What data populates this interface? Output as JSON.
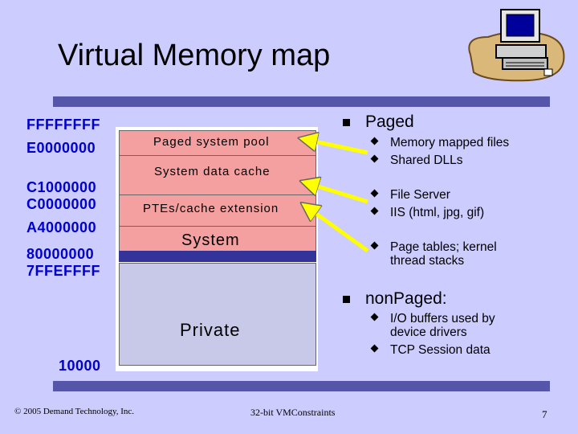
{
  "title": "Virtual Memory map",
  "addresses": {
    "a1": "FFFFFFFF",
    "a2": "E0000000",
    "a3": "C1000000",
    "a4": "C0000000",
    "a5": "A4000000",
    "a6": "80000000",
    "a7": "7FFEFFFF",
    "a8": "10000"
  },
  "segments": {
    "paged_pool": "Paged system pool",
    "data_cache": "System data cache",
    "ptes": "PTEs/cache extension",
    "system": "System",
    "private": "Private"
  },
  "bullets": {
    "paged": {
      "label": "Paged",
      "items": [
        "Memory mapped files",
        "Shared DLLs",
        "File Server",
        "IIS (html, jpg, gif)",
        "Page tables; kernel thread stacks"
      ]
    },
    "nonpaged": {
      "label": "nonPaged:",
      "items": [
        "I/O buffers used by device drivers",
        "TCP Session data"
      ]
    }
  },
  "footer": {
    "copyright": "© 2005 Demand Technology, Inc.",
    "center": "32-bit VMConstraints",
    "page": "7"
  },
  "colors": {
    "background": "#ccccff",
    "rule": "#5555aa",
    "address": "#0000cc",
    "paged_segments": "#f4a0a0",
    "system_bar": "#333399",
    "private": "#c8c8e8",
    "arrow": "#ffff00"
  }
}
